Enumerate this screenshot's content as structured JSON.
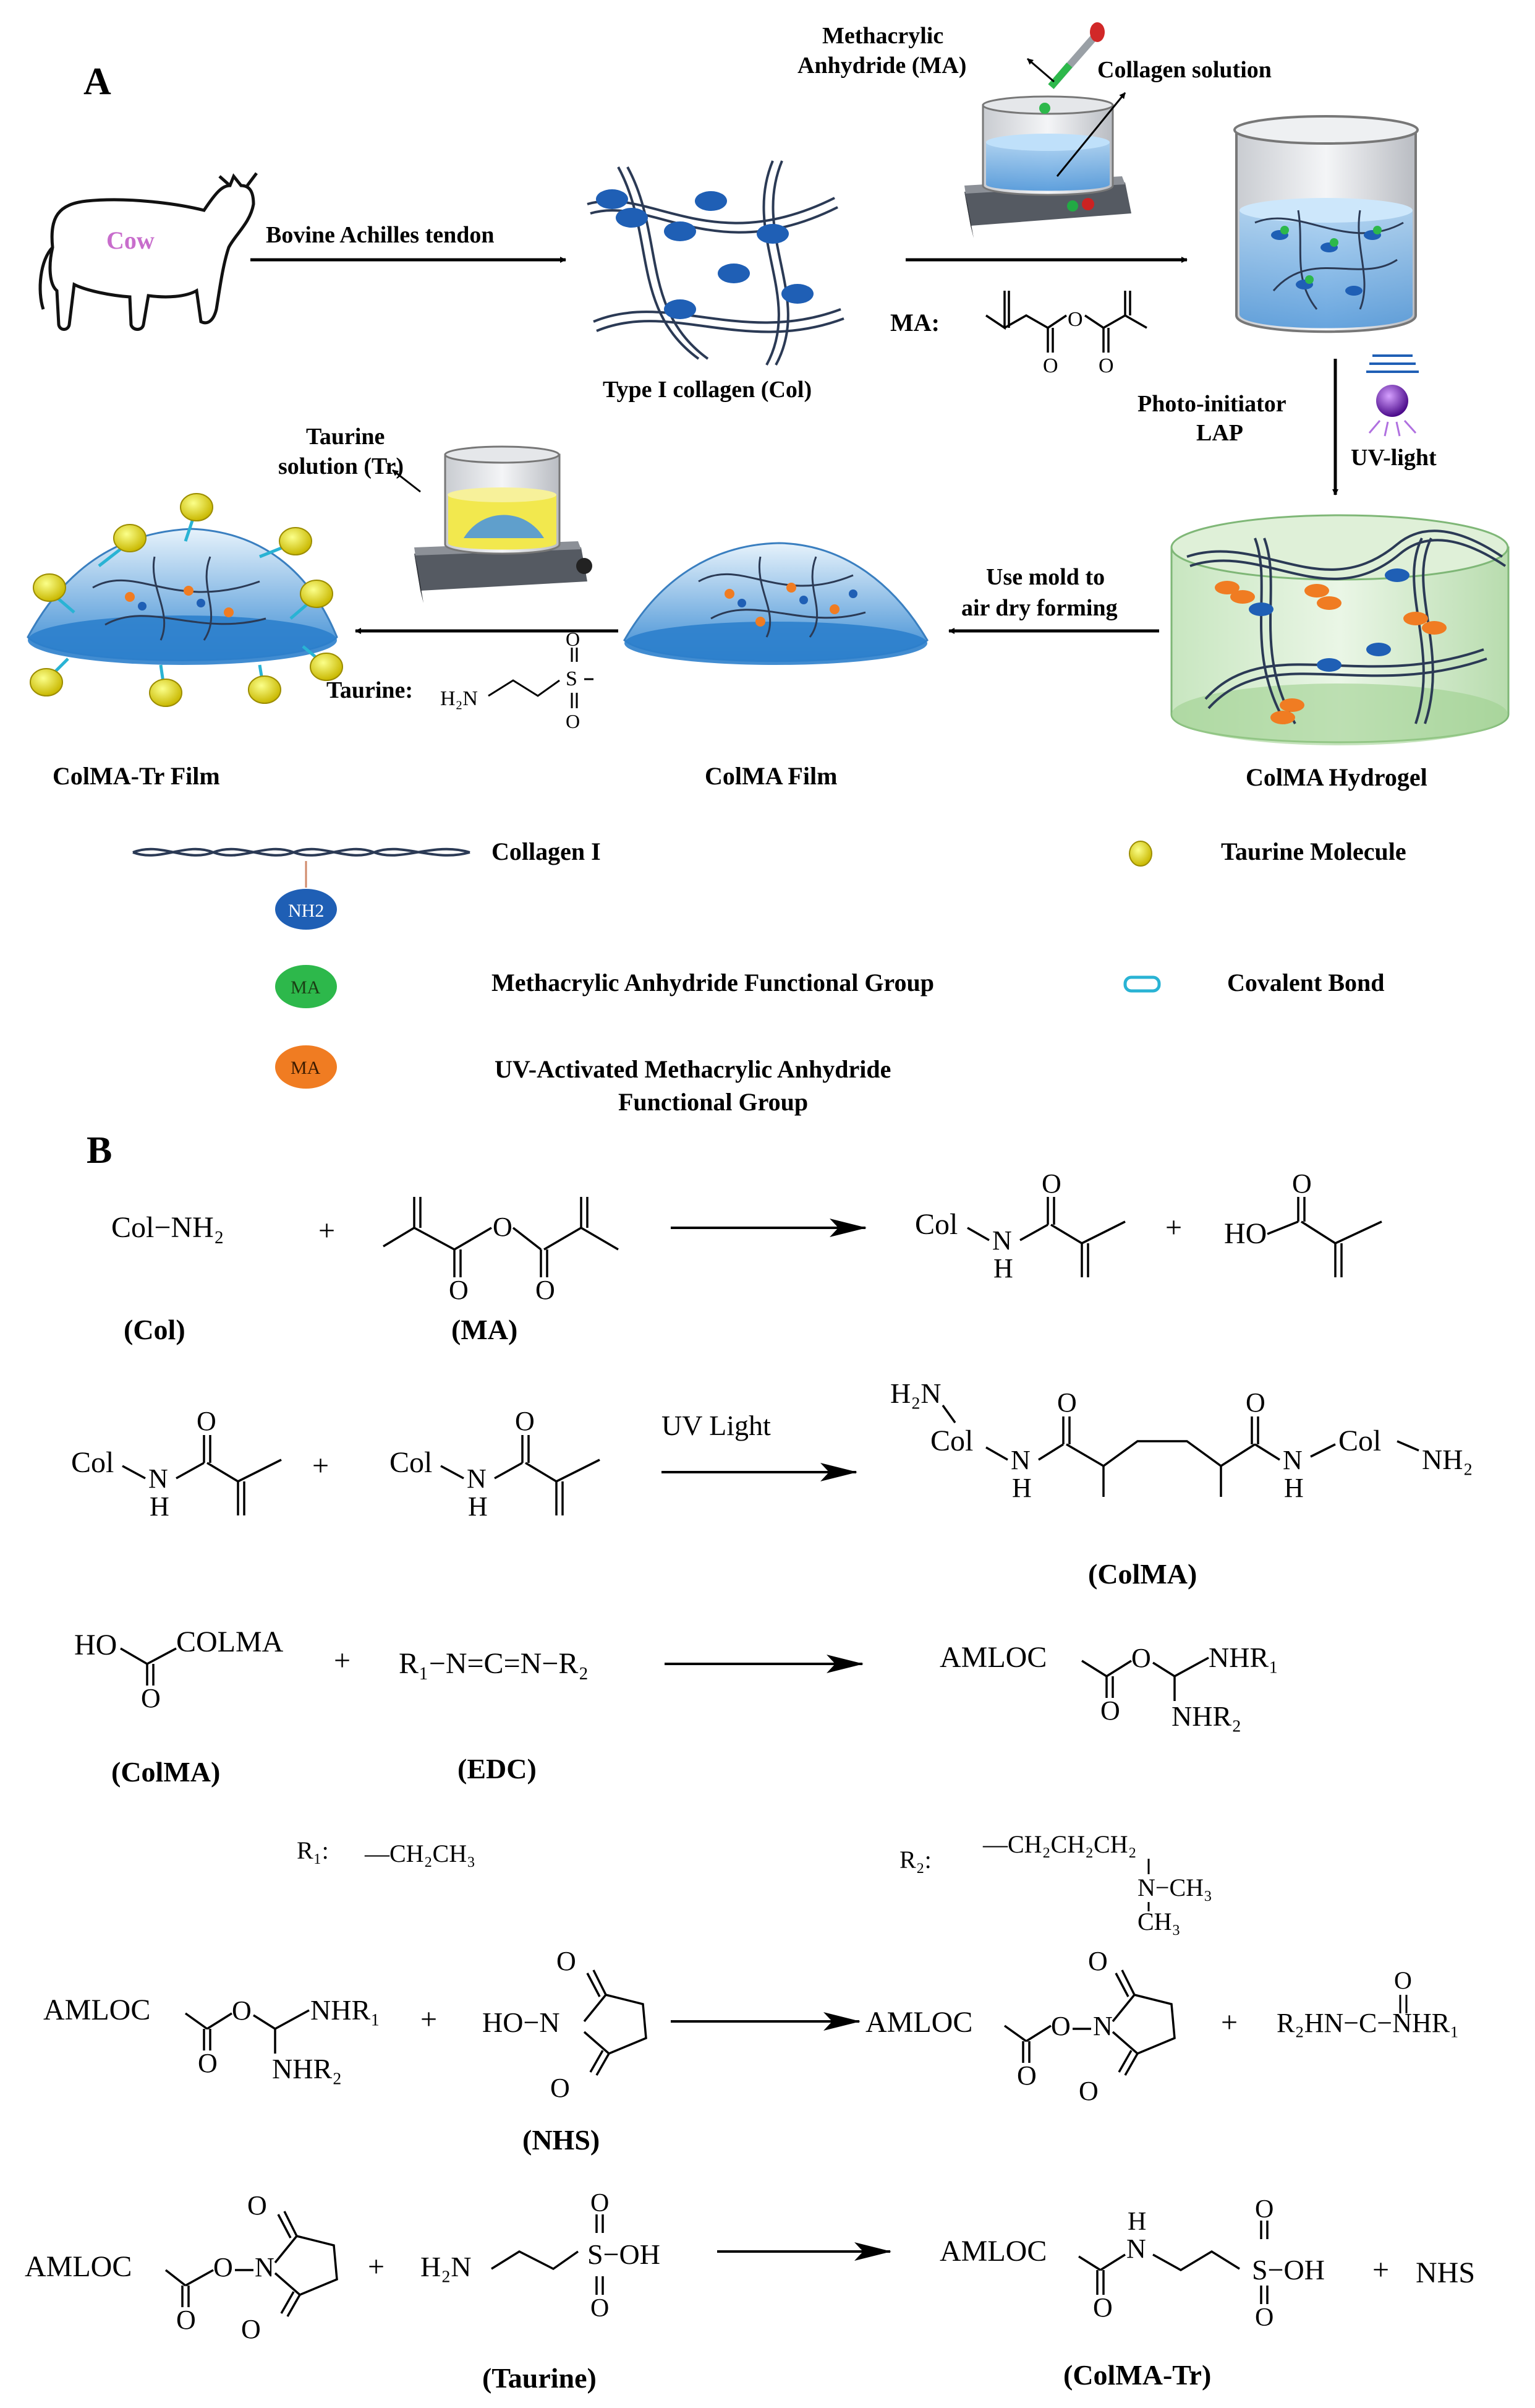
{
  "panel_a": {
    "label": "A",
    "cow": "Cow",
    "arrow_tendon": "Bovine Achilles tendon",
    "type1": "Type I collagen (Col)",
    "ma_title": "Methacrylic",
    "ma_title2": "Anhydride (MA)",
    "collagen_solution": "Collagen solution",
    "ma_label": "MA:",
    "photo_initiator": "Photo-initiator",
    "lap": "LAP",
    "uv_light": "UV-light",
    "taurine_solution": "Taurine",
    "taurine_solution2": "solution (Tr)",
    "taurine_label": "Taurine:",
    "use_mold": "Use mold to",
    "air_dry": "air dry forming",
    "colma_tr_film": "ColMA-Tr Film",
    "colma_film": "ColMA Film",
    "colma_hydrogel": "ColMA Hydrogel",
    "nh2": "NH₂",
    "ma_tag": "MA",
    "legend": {
      "collagen": "Collagen I",
      "taurine_molecule": "Taurine Molecule",
      "ma_group": "Methacrylic Anhydride Functional Group",
      "covalent": "Covalent Bond",
      "uv_ma_1": "UV-Activated Methacrylic Anhydride",
      "uv_ma_2": "Functional Group",
      "nh2_badge": "NH2",
      "ma_badge": "MA",
      "ma_badge2": "MA"
    }
  },
  "panel_b": {
    "label": "B",
    "r1": {
      "col_nh2": "Col−NH₂",
      "plus1": "+",
      "plus2": "+",
      "col": "Col",
      "ho": "HO",
      "lab_col": "(Col)",
      "lab_ma": "(MA)"
    },
    "r2": {
      "col1": "Col",
      "col2": "Col",
      "plus": "+",
      "uv": "UV Light",
      "h2n": "H₂N",
      "col3": "Col",
      "col4": "Col",
      "nh2": "NH₂",
      "lab": "(ColMA)"
    },
    "r3": {
      "ho": "HO",
      "colma": "COLMA",
      "plus": "+",
      "edc_formula": "R₁−N=C=N−R₂",
      "amloc": "AMLOC",
      "nhr1": "NHR₁",
      "nhr2": "NHR₂",
      "lab_colma": "(ColMA)",
      "lab_edc": "(EDC)"
    },
    "r_def": {
      "r1": "R₁:",
      "r1_val": "—CH₂CH₃",
      "r2": "R₂:",
      "r2_val": "—CH₂CH₂CH₂",
      "r2_n": "N−CH₃",
      "r2_ch3": "CH₃"
    },
    "r4": {
      "amloc": "AMLOC",
      "nhr1": "NHR₁",
      "nhr2": "NHR₂",
      "plus1": "+",
      "ho_n": "HO−N",
      "amloc2": "AMLOC",
      "plus2": "+",
      "urea": "R₂HN−C−NHR₁",
      "lab_nhs": "(NHS)"
    },
    "r5": {
      "amloc": "AMLOC",
      "plus1": "+",
      "h2n": "H₂N",
      "s_oh": "S−OH",
      "amloc2": "AMLOC",
      "s_oh2": "S−OH",
      "plus2": "+",
      "nhs": "NHS",
      "lab_taurine": "(Taurine)",
      "lab_colma_tr": "(ColMA-Tr)"
    }
  },
  "atoms": {
    "o": "O",
    "h": "H",
    "n": "N",
    "s": "S",
    "c": "C"
  }
}
